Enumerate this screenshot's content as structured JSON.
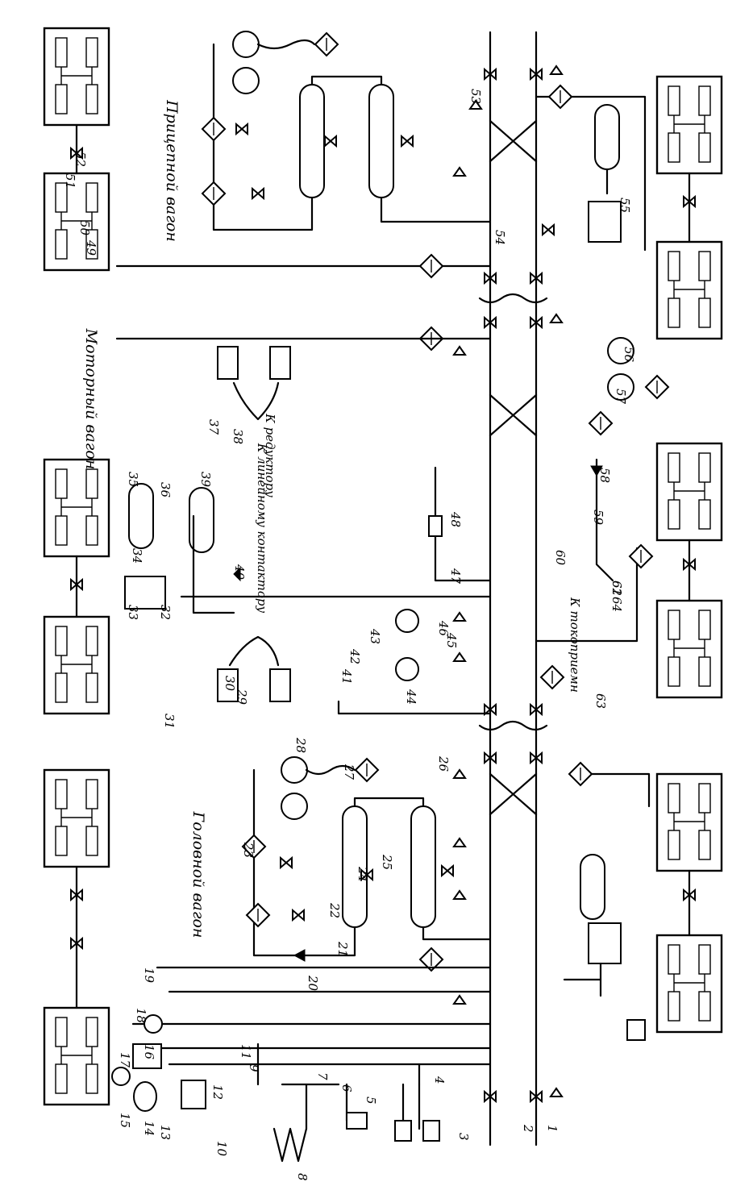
{
  "cars": {
    "head": "Головной  вагон",
    "motor": "Моторный  вагон",
    "trailer": "Прицепной  вагон"
  },
  "notes": {
    "to_pantograph": "К токоприемн",
    "to_line_contactor": "К линейному контактору",
    "to_gearbox": "К редуктору"
  },
  "labels": [
    "1",
    "2",
    "3",
    "4",
    "5",
    "6",
    "7",
    "8",
    "9",
    "10",
    "11",
    "12",
    "13",
    "14",
    "15",
    "16",
    "17",
    "18",
    "19",
    "20",
    "21",
    "22",
    "23",
    "24",
    "25",
    "26",
    "27",
    "28",
    "29",
    "30",
    "31",
    "32",
    "33",
    "34",
    "35",
    "36",
    "37",
    "38",
    "39",
    "40",
    "41",
    "42",
    "43",
    "44",
    "45",
    "46",
    "47",
    "48",
    "49",
    "50",
    "51",
    "52",
    "53",
    "54",
    "55",
    "56",
    "57",
    "58",
    "59",
    "60",
    "61",
    "62",
    "63",
    "64"
  ]
}
